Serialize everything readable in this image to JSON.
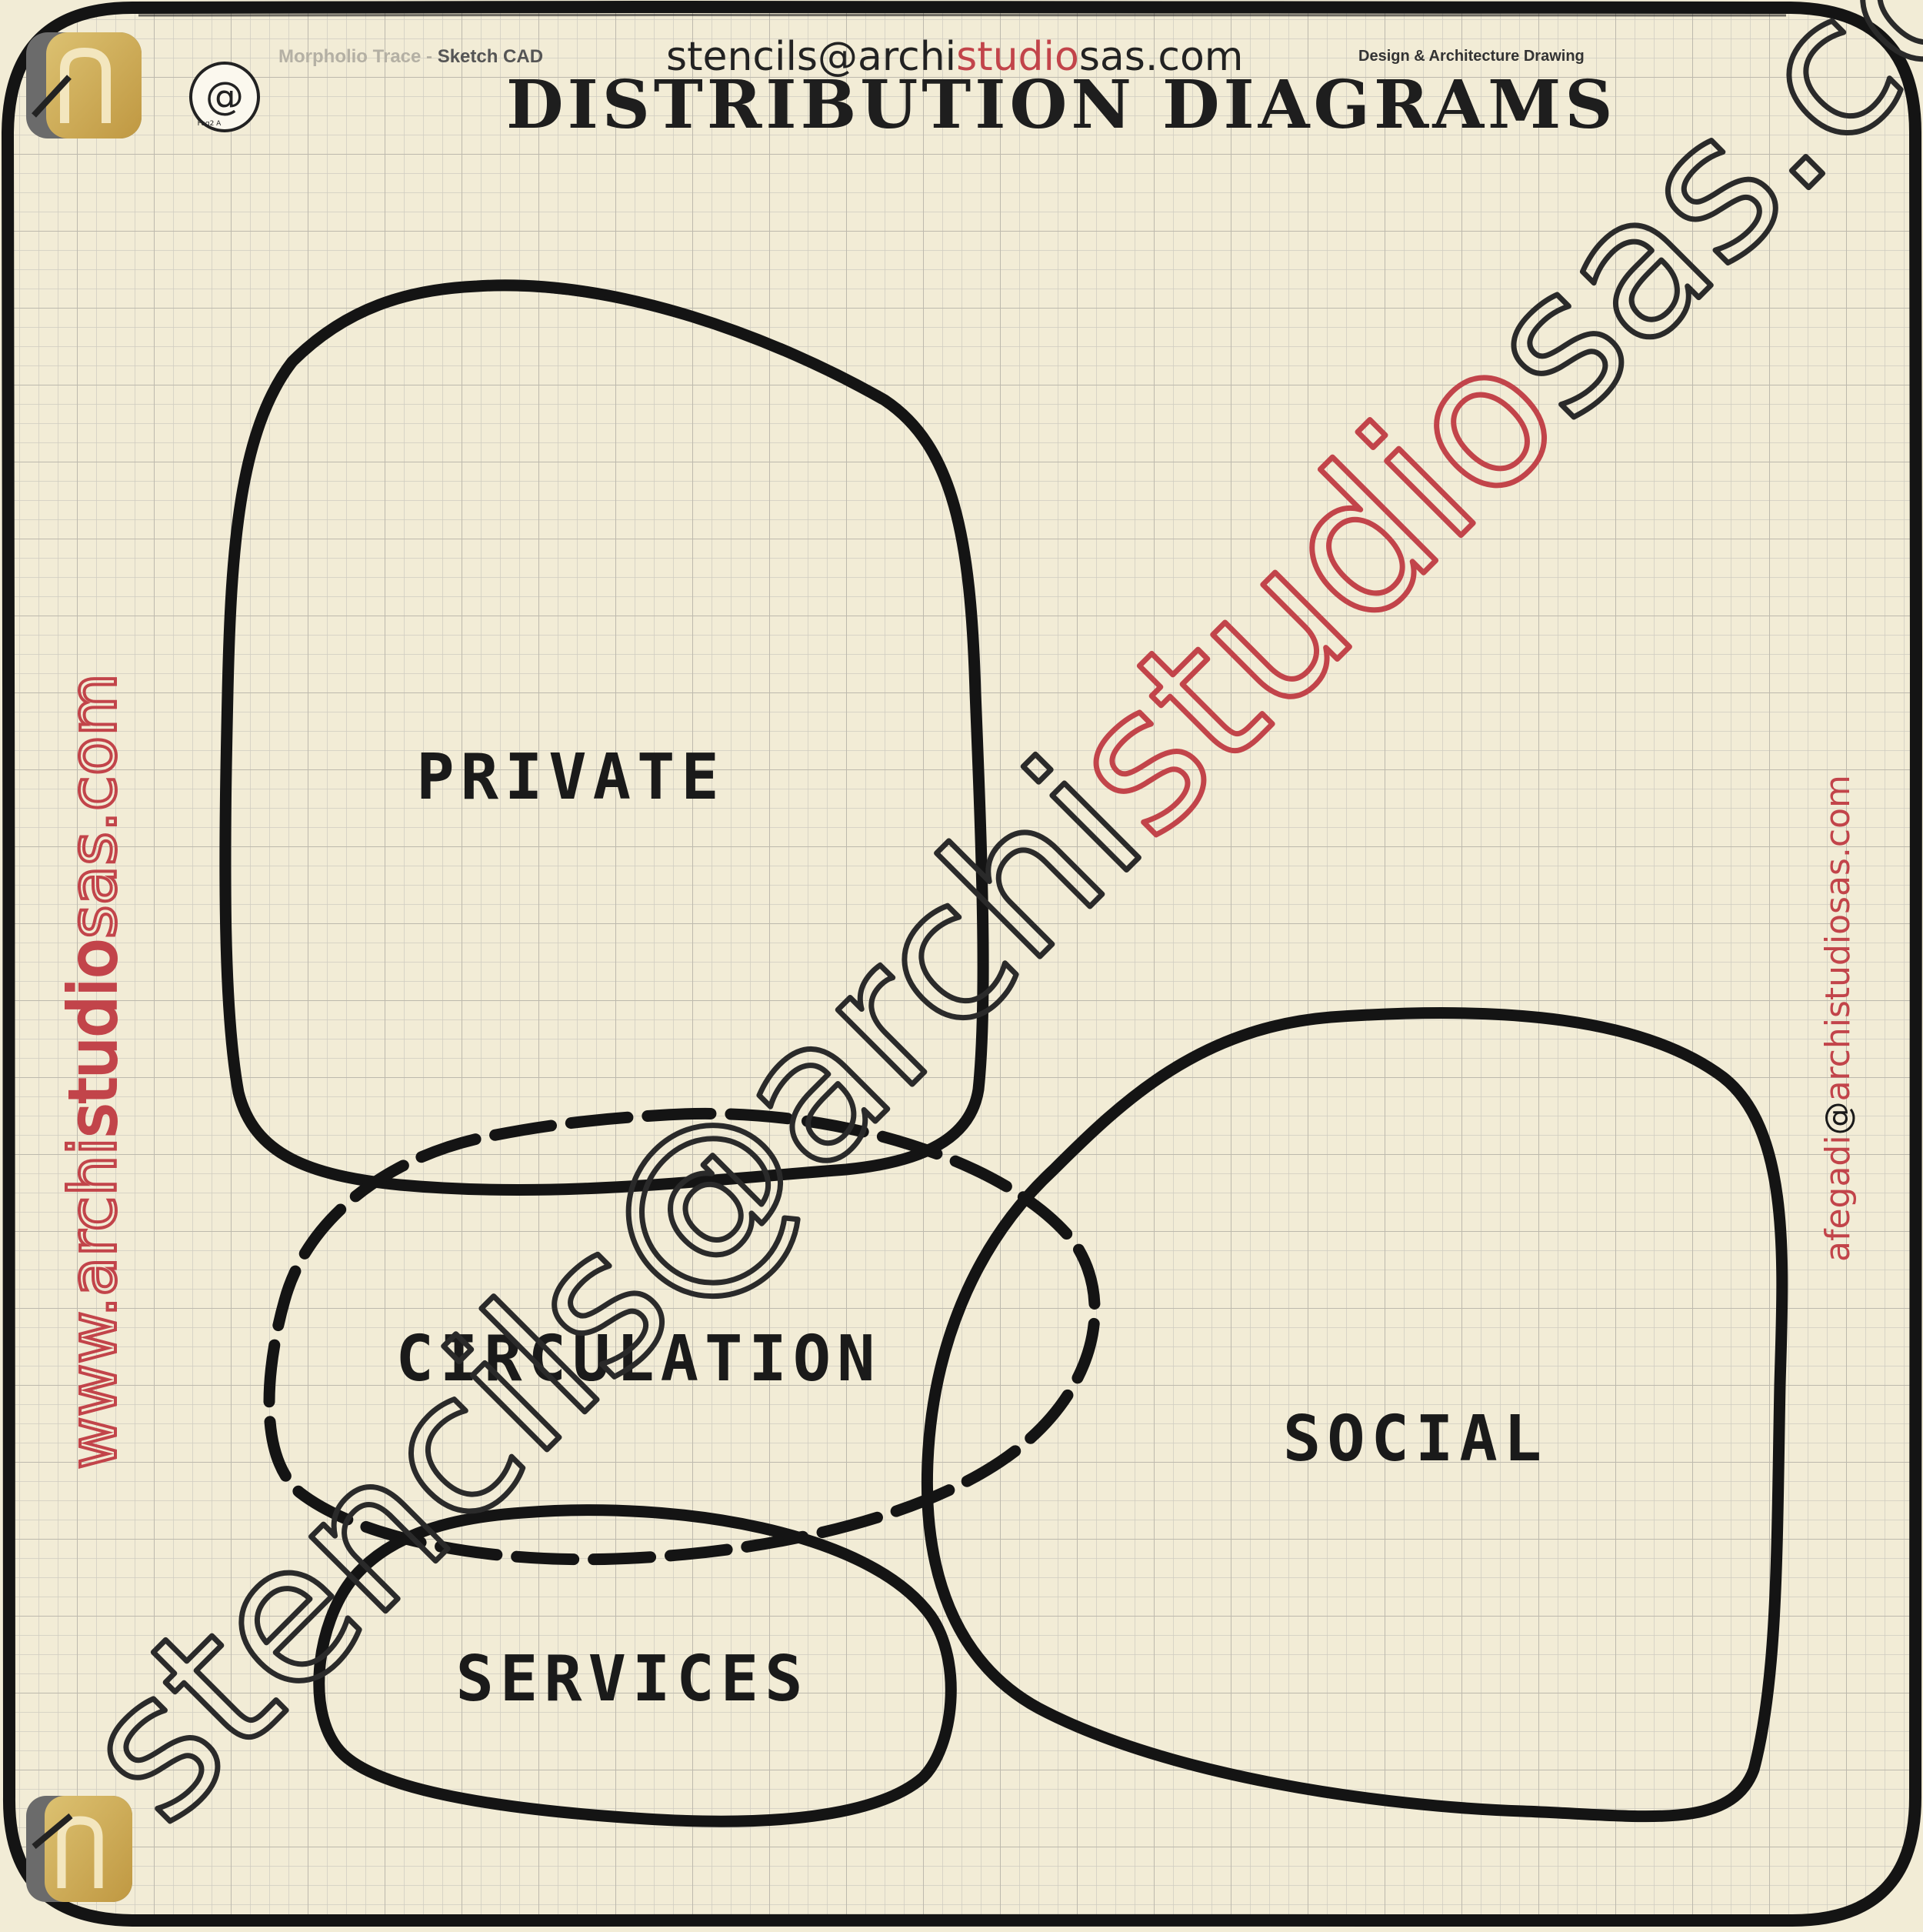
{
  "header": {
    "app_name": "Morpholio Trace",
    "app_dash": " - ",
    "app_sub": "Sketch CAD",
    "email_prefix": "stencils@archi",
    "email_highlight": "studio",
    "email_suffix": "sas.com",
    "tagline": "Design & Architecture Drawing",
    "title": "DISTRIBUTION  DIAGRAMS",
    "at_logo": "@",
    "at_logo_caption": "Feg2 A"
  },
  "diagram": {
    "zones": [
      {
        "id": "private",
        "label": "PRIVATE",
        "line": "solid"
      },
      {
        "id": "circulation",
        "label": "CIRCULATION",
        "line": "dashed"
      },
      {
        "id": "social",
        "label": "SOCIAL",
        "line": "solid"
      },
      {
        "id": "services",
        "label": "SERVICES",
        "line": "solid"
      }
    ]
  },
  "watermarks": {
    "diagonal_prefix": "stencils@archi",
    "diagonal_highlight": "studio",
    "diagonal_suffix": "sas.com",
    "left_prefix": "www.archi",
    "left_highlight": "studio",
    "left_suffix": "sas.com",
    "right_prefix": "afegadi",
    "right_at": "@",
    "right_mid": "archi",
    "right_highlight": "studio",
    "right_suffix": "sas.com"
  },
  "colors": {
    "paper": "#f2ecd6",
    "grid": "#c9c6bc",
    "ink": "#161616",
    "accent_red": "#c2444a",
    "logo_gold": "#d8b65a"
  },
  "icons": {
    "top_left": "app-logo-icon",
    "bottom_left": "app-logo-icon",
    "stamp": "at-stamp-icon"
  }
}
